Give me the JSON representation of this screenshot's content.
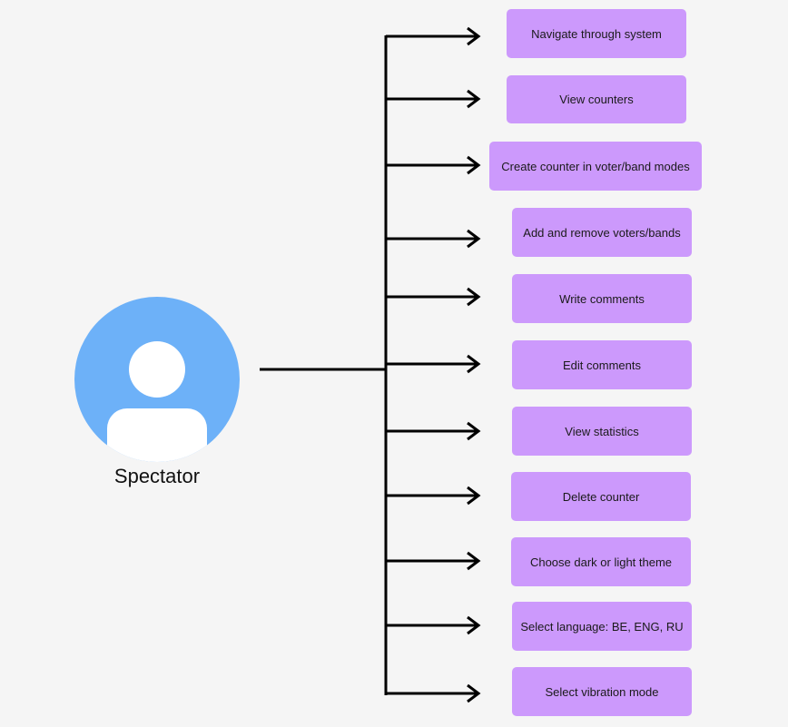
{
  "diagram": {
    "actor": {
      "label": "Spectator",
      "icon": "user-avatar-icon",
      "color": "#6db1f8"
    },
    "box_color": "#cc99fc",
    "use_cases": [
      "Navigate through system",
      "View counters",
      "Create counter in voter/band modes",
      "Add and remove voters/bands",
      "Write comments",
      "Edit comments",
      "View statistics",
      "Delete counter",
      "Choose dark or light theme",
      "Select language: BE, ENG, RU",
      "Select vibration mode"
    ]
  }
}
